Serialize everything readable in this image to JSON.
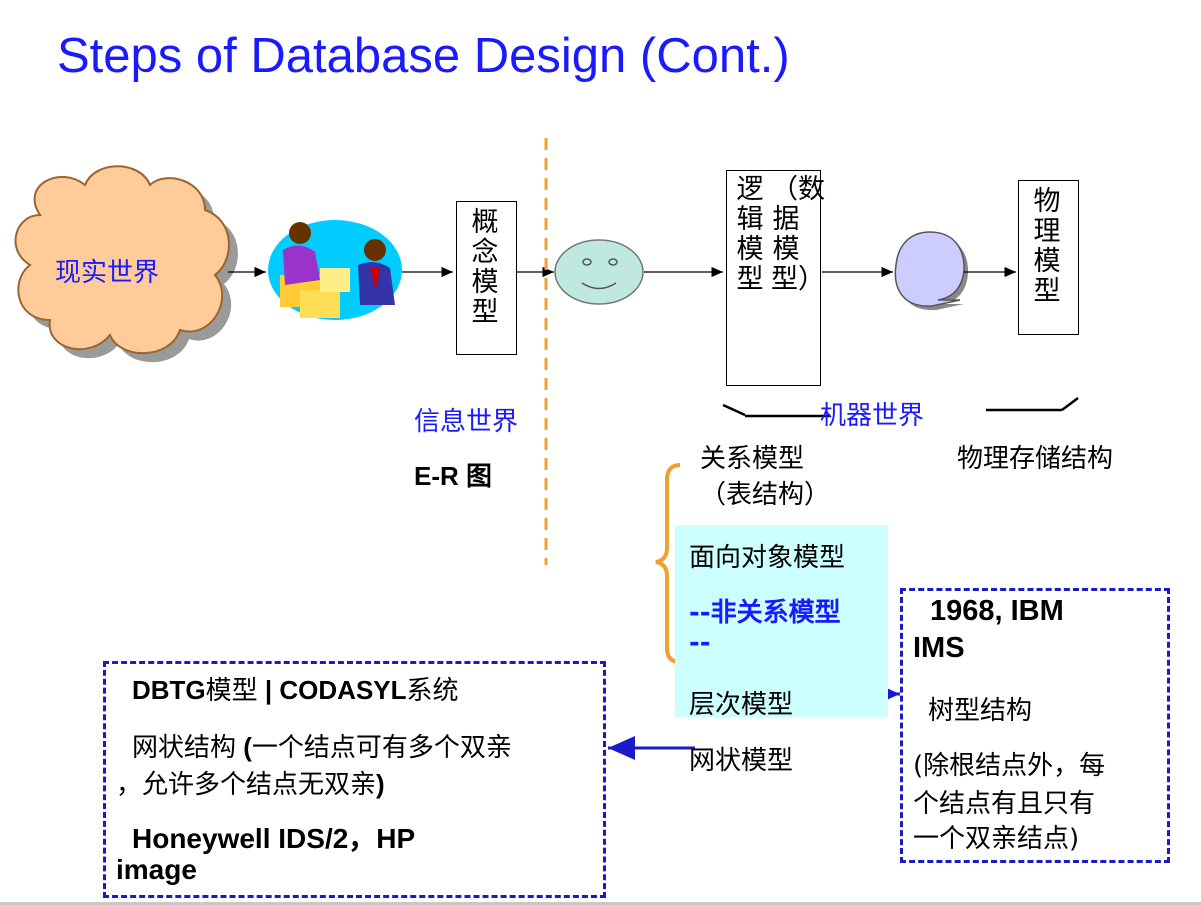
{
  "slide": {
    "title": "Steps of Database Design (Cont.)",
    "cloud_label": "现实世界",
    "conceptual_model": "概念模型",
    "logical_model": "逻辑模型",
    "data_model": "（数据模型）",
    "physical_model": "物理模型",
    "info_world": "信息世界",
    "er_diagram": "E-R 图",
    "machine_world": "机器世界",
    "relational_model": "关系模型",
    "table_structure": "（表结构）",
    "physical_storage": "物理存储结构",
    "oo_model": "面向对象模型",
    "non_relational": "--非关系模型",
    "non_relational_end": "--",
    "hierarchical": "层次模型",
    "network": "网状模型",
    "right_box": {
      "line1": "1968, IBM",
      "line2": "IMS",
      "line3": "树型结构",
      "line4": "(除根结点外，每",
      "line5": "个结点有且只有",
      "line6": "一个双亲结点)"
    },
    "left_box": {
      "dbtg": "DBTG",
      "model": "模型",
      "sep_codasyl": " | CODASYL",
      "system": "系统",
      "network_structure": "网状结构",
      "paren_open": " (",
      "desc1": "一个结点可有多个双亲",
      "desc2": "，允许多个结点无双亲",
      "paren_close": ")",
      "vendor1": "Honeywell IDS/2，HP",
      "vendor2": "image"
    }
  },
  "colors": {
    "title": "#1a1aff",
    "cloud": "#ffcc99",
    "face": "#bfe8e0",
    "bubble": "#ccccff",
    "dashed": "#1a1acc",
    "divider": "#f0a030",
    "brace": "#f0a030",
    "highlight": "#ccffff"
  }
}
